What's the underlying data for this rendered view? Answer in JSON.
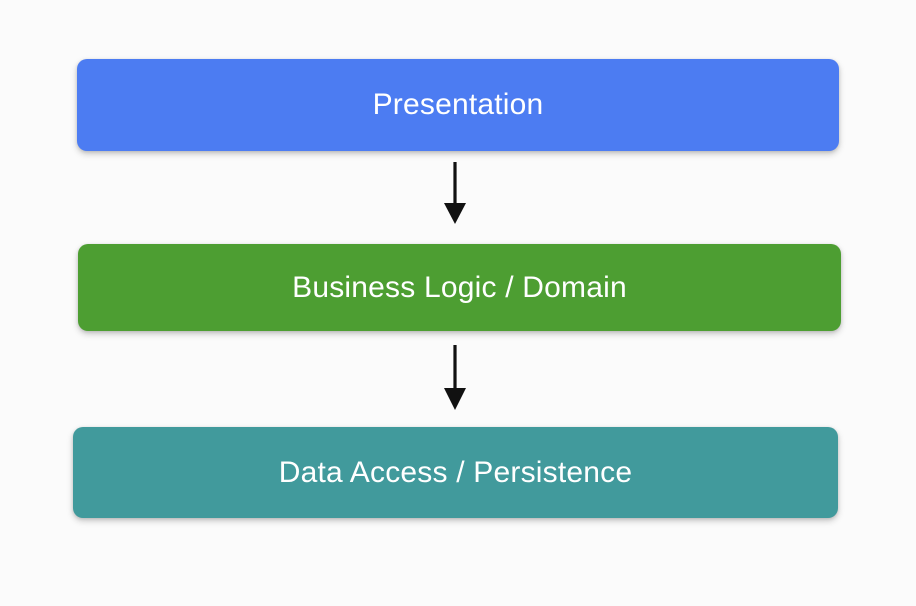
{
  "diagram": {
    "type": "layered-architecture-flow",
    "orientation": "vertical-top-down",
    "background_color": "#fbfbfb",
    "layers": [
      {
        "id": "presentation",
        "label": "Presentation",
        "fill_color": "#4c7cf2",
        "text_color": "#ffffff"
      },
      {
        "id": "business-logic",
        "label": "Business Logic / Domain",
        "fill_color": "#4d9e32",
        "text_color": "#ffffff"
      },
      {
        "id": "data-access",
        "label": "Data Access / Persistence",
        "fill_color": "#419a9c",
        "text_color": "#ffffff"
      }
    ],
    "connectors": [
      {
        "id": "arrow-presentation-to-business",
        "from": "presentation",
        "to": "business-logic",
        "style": "solid-arrow",
        "color": "#111111"
      },
      {
        "id": "arrow-business-to-data",
        "from": "business-logic",
        "to": "data-access",
        "style": "solid-arrow",
        "color": "#111111"
      }
    ]
  }
}
